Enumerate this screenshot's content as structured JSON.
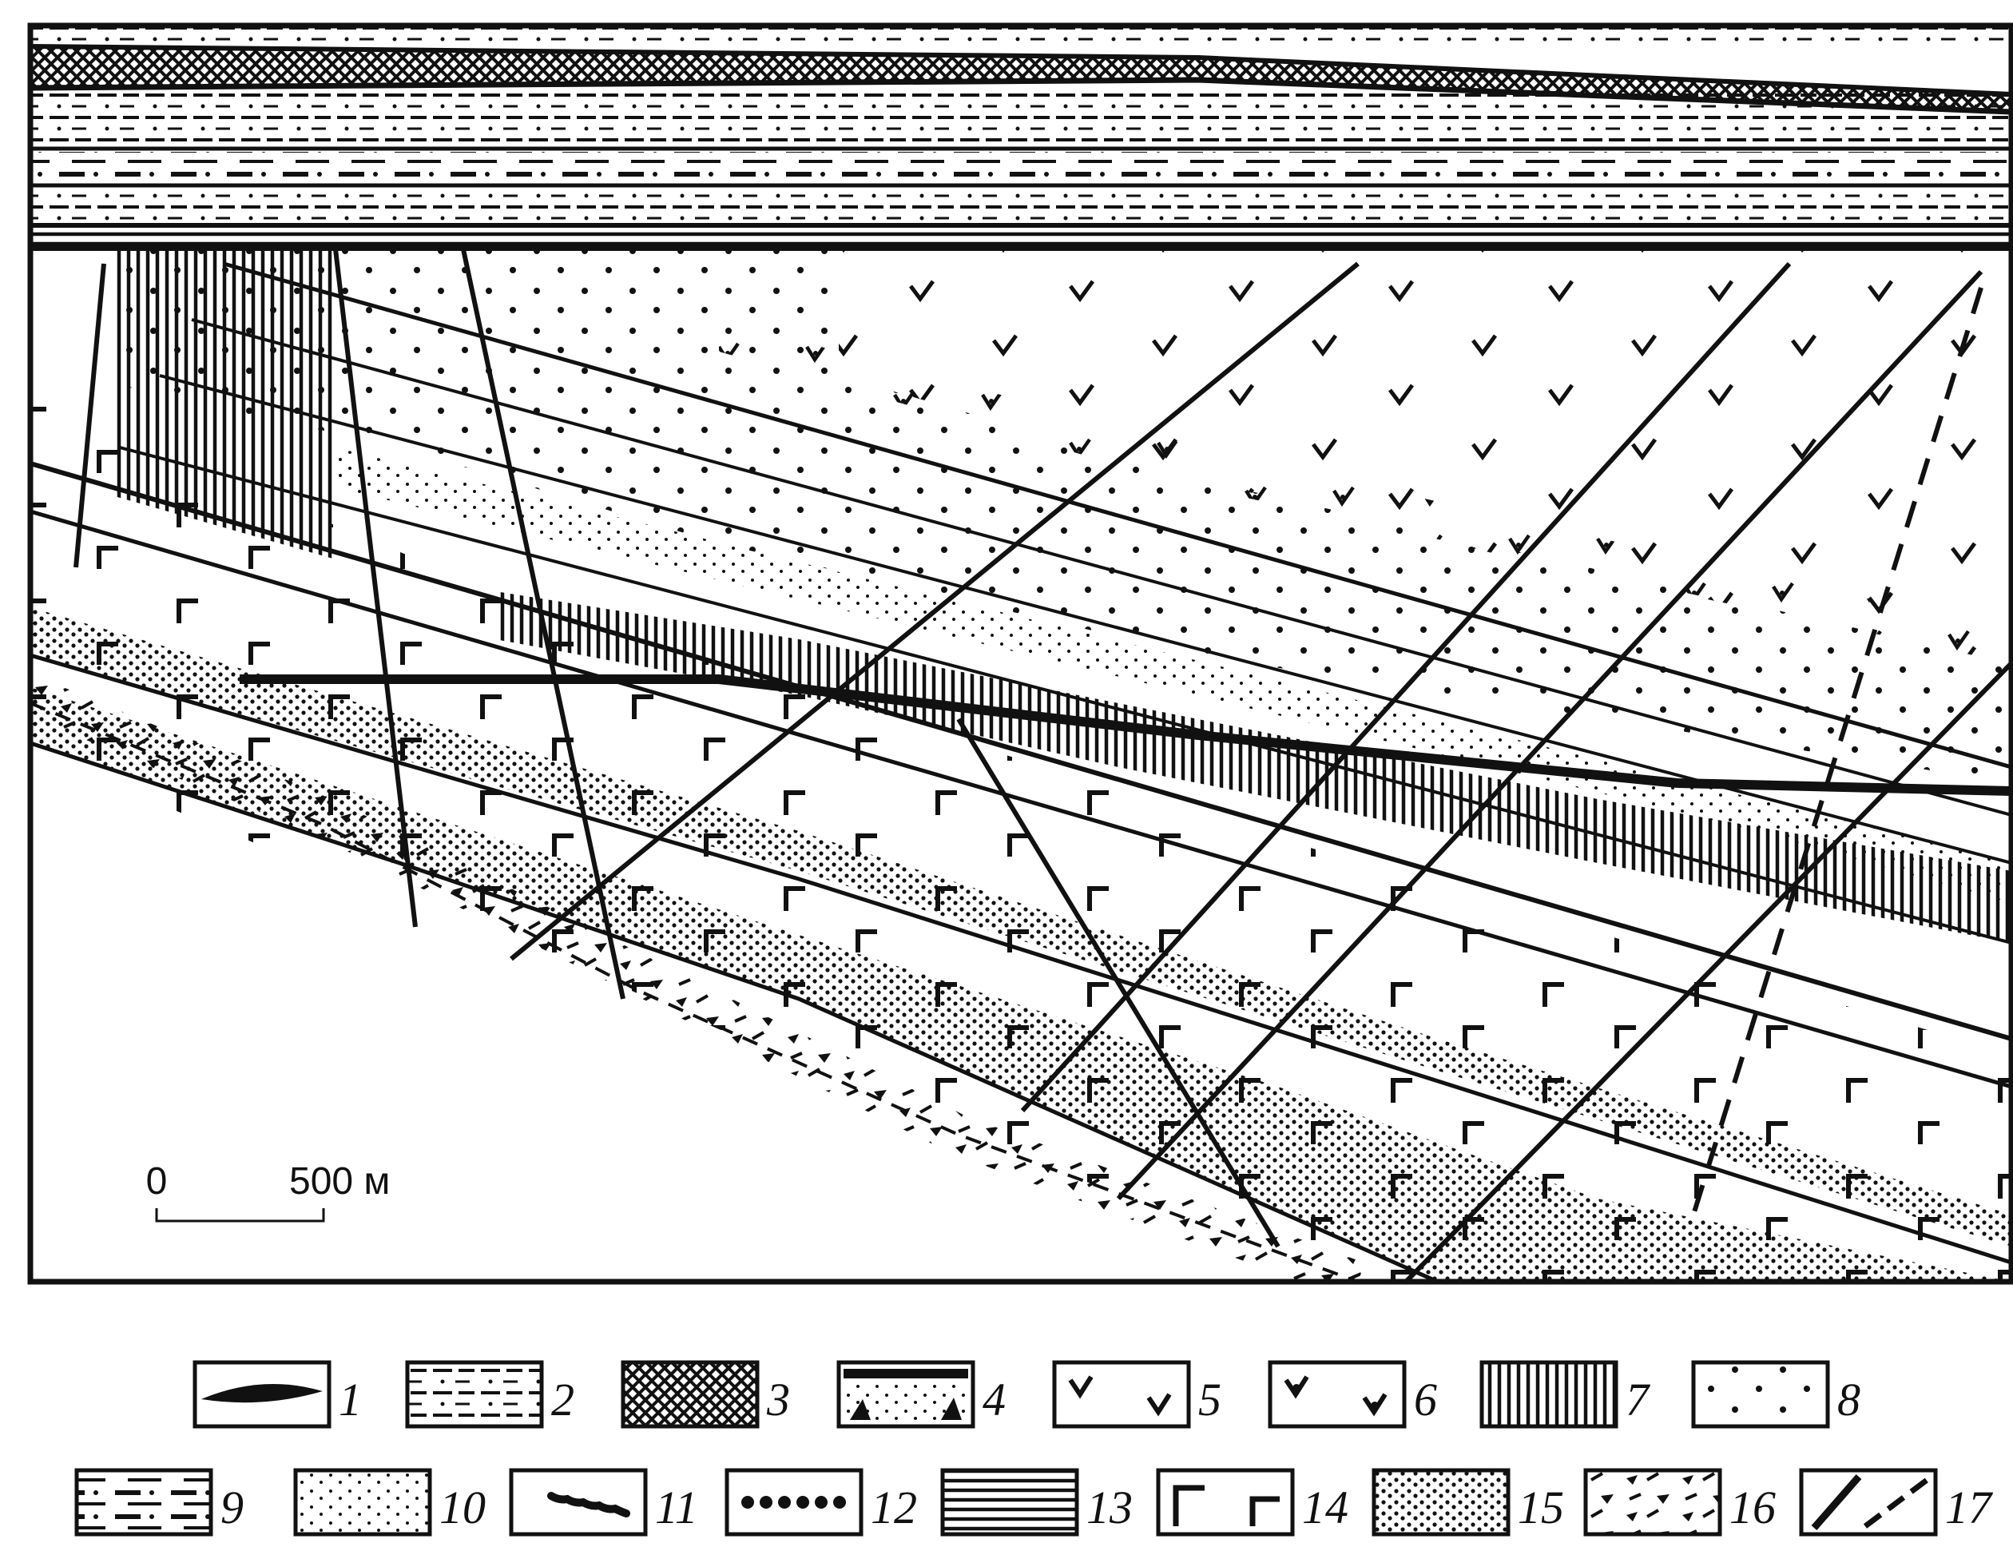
{
  "scale_bar": {
    "start_label": "0",
    "end_label": "500 м"
  },
  "legend": [
    {
      "number": "1",
      "pattern": "lens"
    },
    {
      "number": "2",
      "pattern": "dash-dot"
    },
    {
      "number": "3",
      "pattern": "crosshatch"
    },
    {
      "number": "4",
      "pattern": "breccia-layer"
    },
    {
      "number": "5",
      "pattern": "v-marks"
    },
    {
      "number": "6",
      "pattern": "v-dot-marks"
    },
    {
      "number": "7",
      "pattern": "vertical-lines"
    },
    {
      "number": "8",
      "pattern": "sparse-dots"
    },
    {
      "number": "9",
      "pattern": "dash-dot-thick"
    },
    {
      "number": "10",
      "pattern": "fine-dots"
    },
    {
      "number": "11",
      "pattern": "wavy-line"
    },
    {
      "number": "12",
      "pattern": "dot-row"
    },
    {
      "number": "13",
      "pattern": "horizontal-lines"
    },
    {
      "number": "14",
      "pattern": "basalt-corners"
    },
    {
      "number": "15",
      "pattern": "dense-dots"
    },
    {
      "number": "16",
      "pattern": "fragments"
    },
    {
      "number": "17",
      "pattern": "faults"
    }
  ],
  "colors": {
    "ink": "#111111",
    "paper": "#ffffff"
  }
}
